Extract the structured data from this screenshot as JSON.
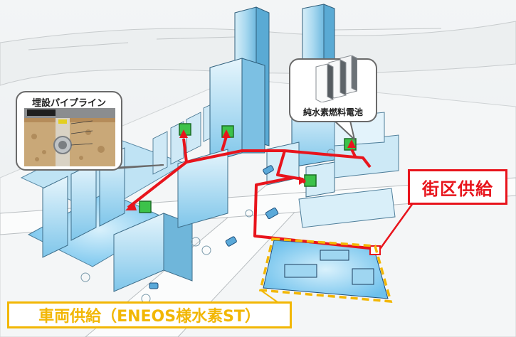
{
  "labels": {
    "pipeline_title": "埋設パイプライン",
    "fuel_cell_title": "純水素燃料電池",
    "district_supply": "街区供給",
    "vehicle_supply": "車両供給（ENEOS様水素ST）"
  },
  "colors": {
    "pipeline": "#e8141c",
    "station_outline": "#f2b705",
    "unit_box": "#3cc24a",
    "building_tint": "#8fd0f0",
    "sky": "#eef2f4"
  }
}
